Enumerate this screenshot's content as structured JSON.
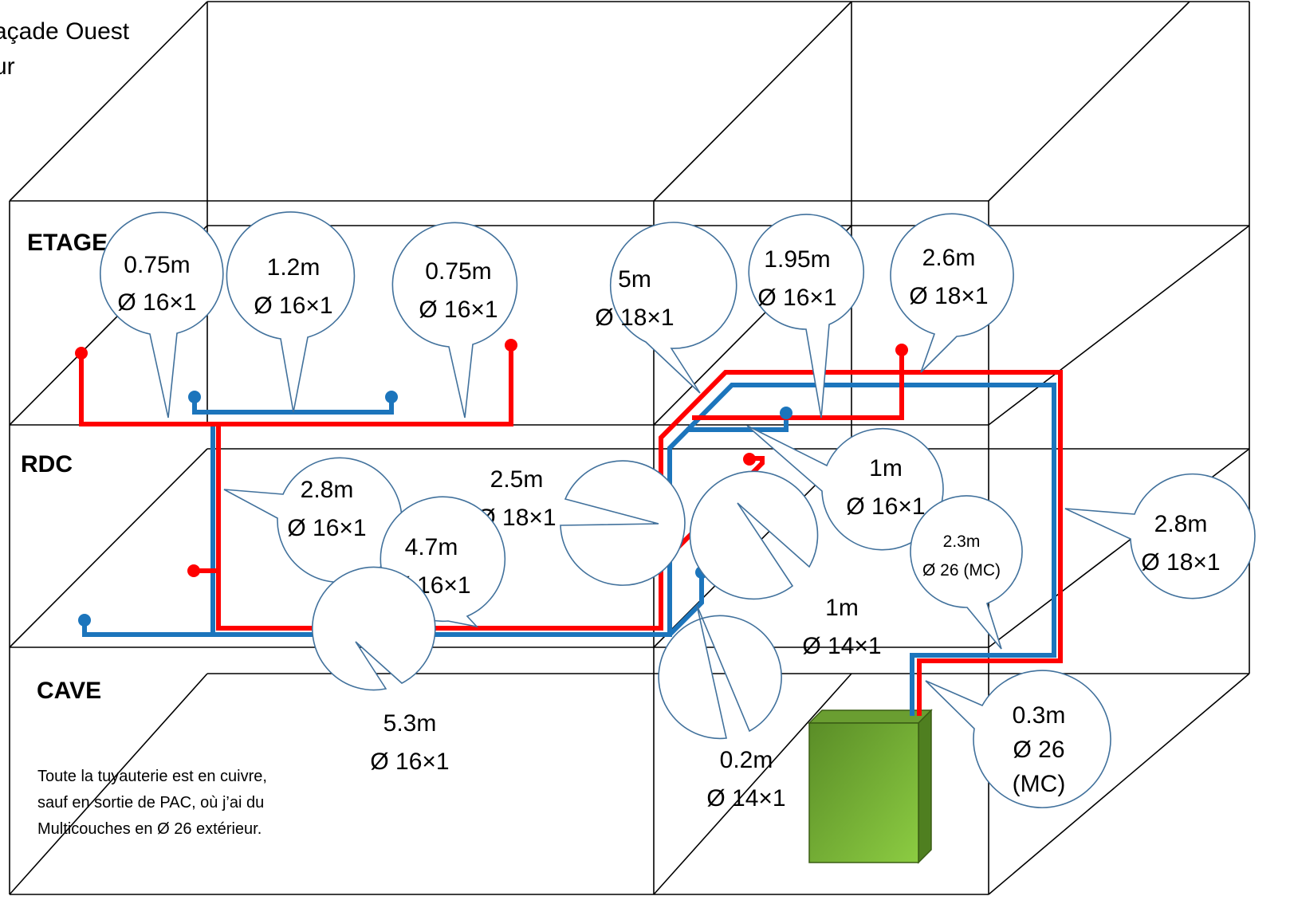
{
  "header": {
    "text_line1": "açade Ouest",
    "text_line2": "ur"
  },
  "floors": {
    "etage": "ETAGE",
    "rdc": "RDC",
    "cave": "CAVE"
  },
  "note": {
    "line1": "Toute la tuyauterie est en cuivre,",
    "line2": "sauf en sortie de PAC, où j’ai du",
    "line3": "Multicouches en Ø 26 extérieur."
  },
  "callouts": [
    {
      "id": "c1",
      "length": "0.75m",
      "diameter": "Ø 16×1"
    },
    {
      "id": "c2",
      "length": "1.2m",
      "diameter": "Ø 16×1"
    },
    {
      "id": "c3",
      "length": "0.75m",
      "diameter": "Ø 16×1"
    },
    {
      "id": "c4",
      "length": "5m",
      "diameter": "Ø 18×1"
    },
    {
      "id": "c5",
      "length": "1.95m",
      "diameter": "Ø 16×1"
    },
    {
      "id": "c6",
      "length": "2.6m",
      "diameter": "Ø 18×1"
    },
    {
      "id": "c7",
      "length": "2.8m",
      "diameter": "Ø 16×1"
    },
    {
      "id": "c8",
      "length": "2.5m",
      "diameter": "Ø 18×1"
    },
    {
      "id": "c9",
      "length": "4.7m",
      "diameter": "Ø 16×1"
    },
    {
      "id": "c10",
      "length": "1m",
      "diameter": "Ø 16×1"
    },
    {
      "id": "c11",
      "length": "2.3m",
      "diameter": "Ø 26 (MC)"
    },
    {
      "id": "c12",
      "length": "2.8m",
      "diameter": "Ø 18×1"
    },
    {
      "id": "c13",
      "length": "1m",
      "diameter": "Ø 14×1"
    },
    {
      "id": "c14",
      "length": "5.3m",
      "diameter": "Ø 16×1"
    },
    {
      "id": "c15",
      "length": "0.2m",
      "diameter": "Ø 14×1"
    },
    {
      "id": "c16",
      "length": "0.3m",
      "diameter": "Ø 26",
      "extra": "(MC)"
    }
  ],
  "colors": {
    "hot_pipe": "#ff0000",
    "cold_pipe": "#1c75bc",
    "callout_border": "#41719c",
    "boiler_dark": "#4e7f20",
    "boiler_light": "#8dc63f"
  }
}
